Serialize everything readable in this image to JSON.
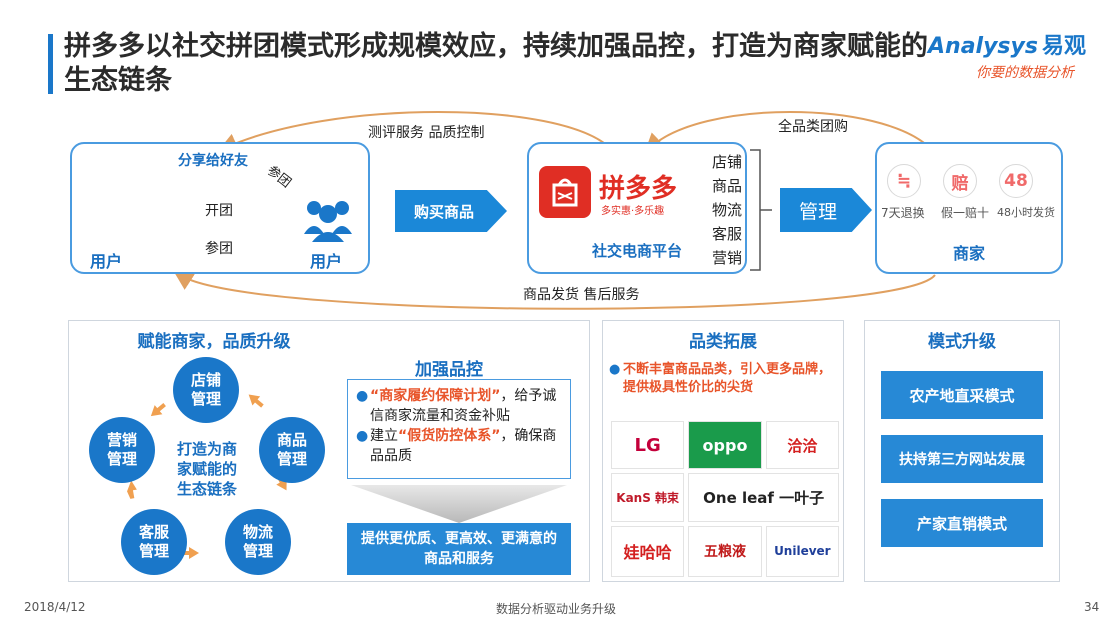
{
  "title": "拼多多以社交拼团模式形成规模效应，持续加强品控，打造为商家赋能的生态链条",
  "logo": {
    "brand": "Analysys",
    "brand_cn": "易观",
    "slogan": "你要的数据分析"
  },
  "top_flow": {
    "share": "分享给好友",
    "join1": "参团",
    "open": "开团",
    "join2": "参团",
    "user_left": "用户",
    "user_right": "用户",
    "buy": "购买商品",
    "platform": "社交电商平台",
    "platform_logo": "拼多多",
    "platform_logo_sub": "多实惠·多乐趣",
    "upper_left_arc": "测评服务    品质控制",
    "upper_right_arc": "全品类团购",
    "bottom_arc": "商品发货      售后服务",
    "list": [
      "店铺",
      "商品",
      "物流",
      "客服",
      "营销"
    ],
    "manage": "管理",
    "merchant": "商家",
    "merchant_items": [
      {
        "icon": "≒",
        "label": "7天退换"
      },
      {
        "icon": "赔",
        "label": "假一赔十"
      },
      {
        "icon": "48",
        "label": "48小时发货"
      }
    ]
  },
  "panel1": {
    "title": "赋能商家，品质升级",
    "cycle": [
      "店铺\n管理",
      "商品\n管理",
      "物流\n管理",
      "客服\n管理",
      "营销\n管理"
    ],
    "center": "打造为商\n家赋能的\n生态链条",
    "subtitle": "加强品控",
    "bullets": [
      {
        "quote": "“商家履约保障计划”",
        "rest": "，给予诚信商家流量和资金补贴"
      },
      {
        "pre": "建立",
        "quote": "“假货防控体系”",
        "rest": "，确保商品品质"
      }
    ],
    "result": "提供更优质、更高效、更满意的商品和服务"
  },
  "panel2": {
    "title": "品类拓展",
    "bullet": "不断丰富商品品类，引入更多品牌，提供极具性价比的尖货",
    "brands": [
      "LG",
      "oppo",
      "洽洽",
      "KanS 韩束",
      "One leaf 一叶子",
      "娃哈哈",
      "五粮液",
      "Unilever"
    ]
  },
  "panel3": {
    "title": "模式升级",
    "items": [
      "农产地直采模式",
      "扶持第三方网站发展",
      "产家直销模式"
    ]
  },
  "footer": {
    "date": "2018/4/12",
    "center": "数据分析驱动业务升级",
    "page": "34"
  },
  "colors": {
    "primary": "#1a77c9",
    "accent": "#e8542a",
    "orange_arrow": "#f0a050",
    "platform_red": "#e02e24"
  }
}
